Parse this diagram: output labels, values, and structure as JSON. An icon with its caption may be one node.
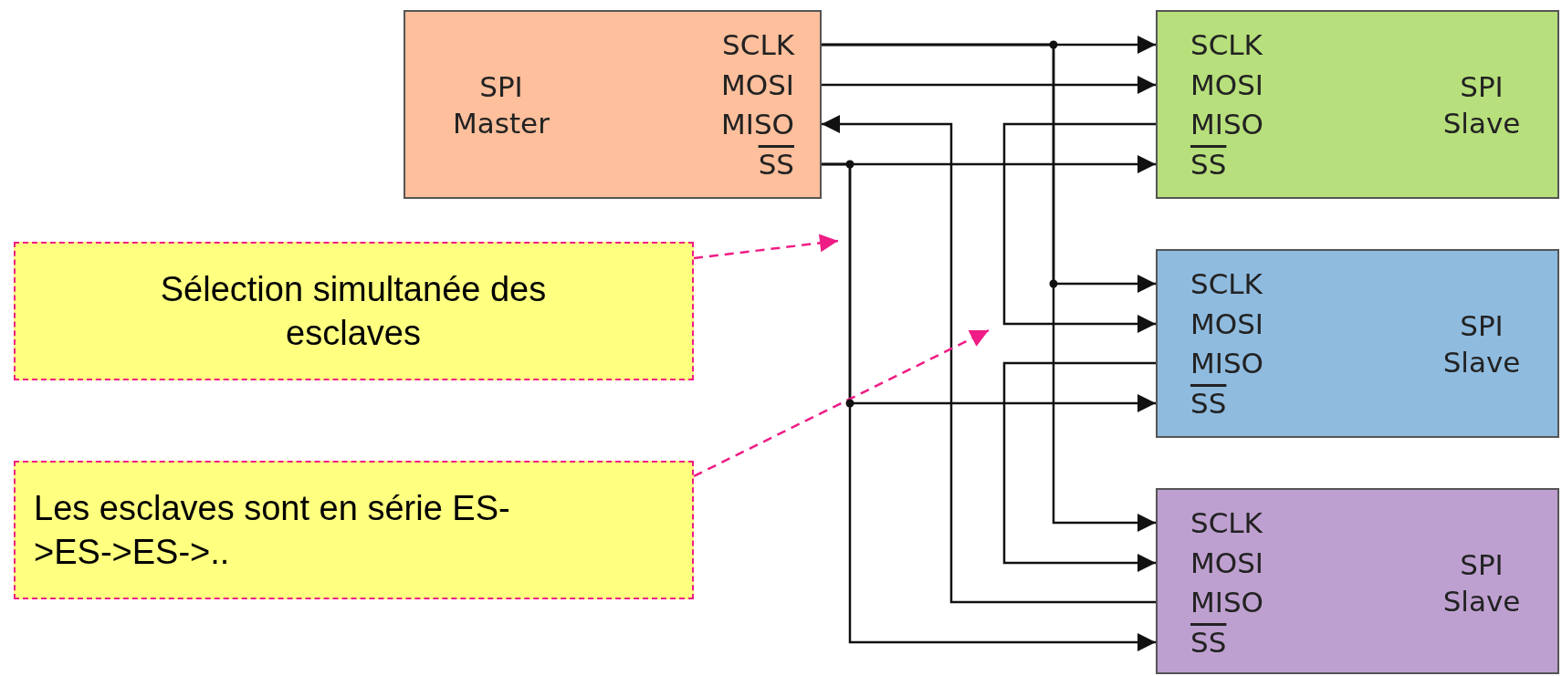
{
  "diagram": {
    "nodes": [
      {
        "text": [
          "SPI Master",
          "SCLK",
          "MOSI",
          "MISO",
          "SS"
        ]
      },
      {
        "text": [
          "SCLK",
          "MOSI",
          "MISO",
          "SS",
          "SPI Slave"
        ]
      },
      {
        "text": [
          "SCLK",
          "MOSI",
          "MISO",
          "SS",
          "SPI Slave"
        ]
      },
      {
        "text": [
          "SCLK",
          "MOSI",
          "MISO",
          "SS",
          "SPI Slave"
        ]
      },
      {
        "text": [
          "Sélection simultanée des esclaves"
        ]
      },
      {
        "text": [
          "Les esclaves sont en série ES- >ES->ES->.."
        ]
      }
    ],
    "edges": [
      {
        "from": 0,
        "to": 1,
        "arrow": "to"
      },
      {
        "from": 0,
        "to": 2,
        "arrow": "to"
      },
      {
        "from": 0,
        "to": 3,
        "arrow": "to"
      },
      {
        "from": 0,
        "to": 1,
        "arrow": "to"
      },
      {
        "from": 1,
        "to": 2,
        "arrow": "to"
      },
      {
        "from": 2,
        "to": 3,
        "arrow": "to"
      },
      {
        "from": 3,
        "to": 0,
        "arrow": "to"
      },
      {
        "from": 0,
        "to": 1,
        "arrow": "to"
      },
      {
        "from": 0,
        "to": 2,
        "arrow": "to"
      },
      {
        "from": 0,
        "to": 3,
        "arrow": "to"
      },
      {
        "from": 4,
        "to": null,
        "arrow": "to",
        "style": "dashed",
        "color": "#ee1c84"
      },
      {
        "from": 5,
        "to": null,
        "arrow": "to",
        "style": "dashed",
        "color": "#ee1c84"
      }
    ]
  }
}
